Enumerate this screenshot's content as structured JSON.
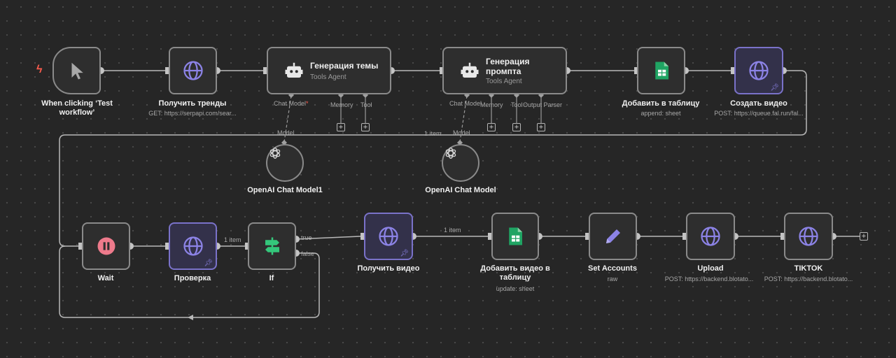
{
  "workflow": {
    "nodes": {
      "trigger": {
        "label": "When clicking ‘Test workflow’",
        "icon": "cursor-icon"
      },
      "get_trends": {
        "label": "Получить тренды",
        "sub": "GET: https://serpapi.com/sear...",
        "icon": "globe-icon"
      },
      "gen_topic": {
        "title": "Генерация темы",
        "sub": "Tools Agent",
        "icon": "robot-icon"
      },
      "gen_prompt": {
        "title": "Генерация промпта",
        "sub": "Tools Agent",
        "icon": "robot-icon"
      },
      "add_table": {
        "label": "Добавить в таблицу",
        "sub": "append: sheet",
        "icon": "sheets-icon"
      },
      "create_video": {
        "label": "Создать видео",
        "sub": "POST: https://queue.fal.run/fal...",
        "icon": "globe-icon"
      },
      "openai1": {
        "label": "OpenAI Chat Model1",
        "icon": "openai-icon"
      },
      "openai2": {
        "label": "OpenAI Chat Model",
        "icon": "openai-icon"
      },
      "wait": {
        "label": "Wait",
        "icon": "pause-icon"
      },
      "check": {
        "label": "Проверка",
        "icon": "globe-icon"
      },
      "if": {
        "label": "If",
        "icon": "signpost-icon"
      },
      "get_video": {
        "label": "Получить видео",
        "icon": "globe-icon"
      },
      "add_video": {
        "label": "Добавить видео в таблицу",
        "sub": "update: sheet",
        "icon": "sheets-icon"
      },
      "set_accounts": {
        "label": "Set Accounts",
        "sub": "raw",
        "icon": "pencil-icon"
      },
      "upload": {
        "label": "Upload",
        "sub": "POST: https://backend.blotato...",
        "icon": "globe-icon"
      },
      "tiktok": {
        "label": "TIKTOK",
        "sub": "POST: https://backend.blotato...",
        "icon": "globe-icon"
      }
    },
    "ports": {
      "chat_model": "Chat Model",
      "required_mark": "*",
      "memory": "Memory",
      "tool": "Tool",
      "output_parser": "Output Parser",
      "model": "Model"
    },
    "edges": {
      "one_item": "1 item",
      "true_label": "true",
      "false_label": "false"
    },
    "colors": {
      "pinned_border": "#7a72c9",
      "globe": "#8c83e6",
      "sheets": "#1fa463",
      "if_green": "#34c77b",
      "wait_pink": "#ee7a8b",
      "bolt": "#ff5c4d"
    }
  }
}
